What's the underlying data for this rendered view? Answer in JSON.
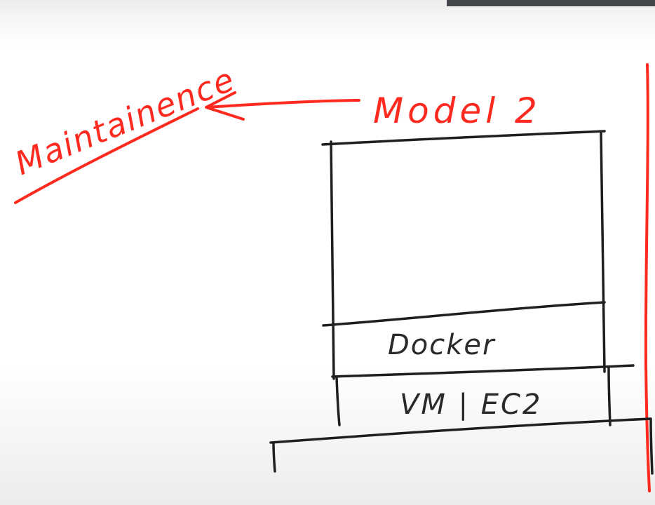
{
  "diagram": {
    "annotation_label": "Maintainence",
    "title_label": "Model 2",
    "layers": [
      {
        "label": "Docker"
      },
      {
        "label": "VM | EC2"
      }
    ],
    "colors": {
      "red_ink": "#ff2a1f",
      "black_ink": "#1f1f1f"
    }
  }
}
